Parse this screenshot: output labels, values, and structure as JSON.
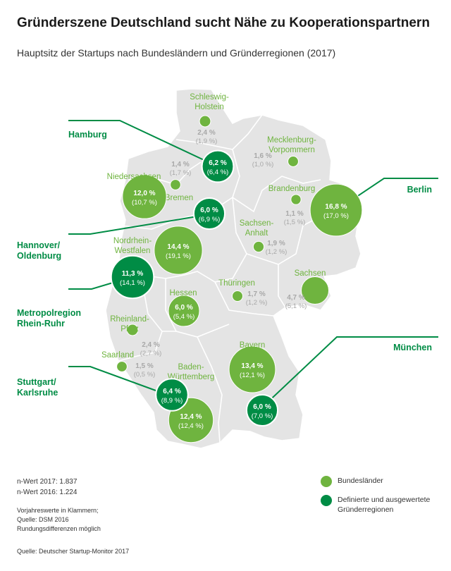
{
  "title": "Gründerszene Deutschland sucht Nähe zu Kooperationspartnern",
  "subtitle": "Hauptsitz der Startups nach Bundesländern und Gründerregionen (2017)",
  "colors": {
    "state": "#6fb43f",
    "region": "#008c45",
    "map": "#e4e4e4"
  },
  "states": [
    {
      "name": [
        "Schleswig-",
        "Holstein"
      ],
      "value": "2,4 %",
      "prev": "(1,9 %)"
    },
    {
      "name": [
        "Mecklenburg-",
        "Vorpommern"
      ],
      "value": "1,6 %",
      "prev": "(1,0 %)"
    },
    {
      "name": [
        "Bremen"
      ],
      "value": "1,4 %",
      "prev": "(1,7 %)"
    },
    {
      "name": [
        "Niedersachsen"
      ],
      "value": "12,0 %",
      "prev": "(10,7 %)"
    },
    {
      "name": [
        "Brandenburg"
      ],
      "value": "1,1 %",
      "prev": "(1,5 %)"
    },
    {
      "name": [
        "Berlin"
      ],
      "value": "16,8 %",
      "prev": "(17,0 %)"
    },
    {
      "name": [
        "Sachsen-",
        "Anhalt"
      ],
      "value": "1,9 %",
      "prev": "(1,2 %)"
    },
    {
      "name": [
        "Nordrhein-",
        "Westfalen"
      ],
      "value": "14,4 %",
      "prev": "(19,1 %)"
    },
    {
      "name": [
        "Sachsen"
      ],
      "value": "4,7 %",
      "prev": "(5,1 %)"
    },
    {
      "name": [
        "Thüringen"
      ],
      "value": "1,7 %",
      "prev": "(1,2 %)"
    },
    {
      "name": [
        "Hessen"
      ],
      "value": "6,0 %",
      "prev": "(5,4 %)"
    },
    {
      "name": [
        "Rheinland-",
        "Pfalz"
      ],
      "value": "2,4 %",
      "prev": "(2,7 %)"
    },
    {
      "name": [
        "Saarland"
      ],
      "value": "1,5 %",
      "prev": "(0,5 %)"
    },
    {
      "name": [
        "Bayern"
      ],
      "value": "13,4 %",
      "prev": "(12,1 %)"
    },
    {
      "name": [
        "Baden-",
        "Württemberg"
      ],
      "value": "12,4 %",
      "prev": "(12,4 %)"
    }
  ],
  "regions": [
    {
      "name": [
        "Hamburg"
      ],
      "value": "6,2 %",
      "prev": "(6,4 %)"
    },
    {
      "name": [
        "Hannover/",
        "Oldenburg"
      ],
      "value": "6,0 %",
      "prev": "(6,9 %)"
    },
    {
      "name": [
        "Metropolregion",
        "Rhein-Ruhr"
      ],
      "value": "11,3 %",
      "prev": "(14,1 %)"
    },
    {
      "name": [
        "Stuttgart/",
        "Karlsruhe"
      ],
      "value": "6,4 %",
      "prev": "(8,9 %)"
    },
    {
      "name": [
        "München"
      ],
      "value": "6,0 %",
      "prev": "(7,0 %)"
    }
  ],
  "footer": {
    "n2017": "n-Wert 2017: 1.837",
    "n2016": "n-Wert 2016: 1.224",
    "note1": "Vorjahreswerte in Klammern;",
    "note2": "Quelle: DSM 2016",
    "note3": "Rundungsdifferenzen möglich",
    "source": "Quelle: Deutscher Startup-Monitor 2017"
  },
  "legend": {
    "states": "Bundesländer",
    "regions": "Definierte und ausgewertete Gründerregionen"
  }
}
